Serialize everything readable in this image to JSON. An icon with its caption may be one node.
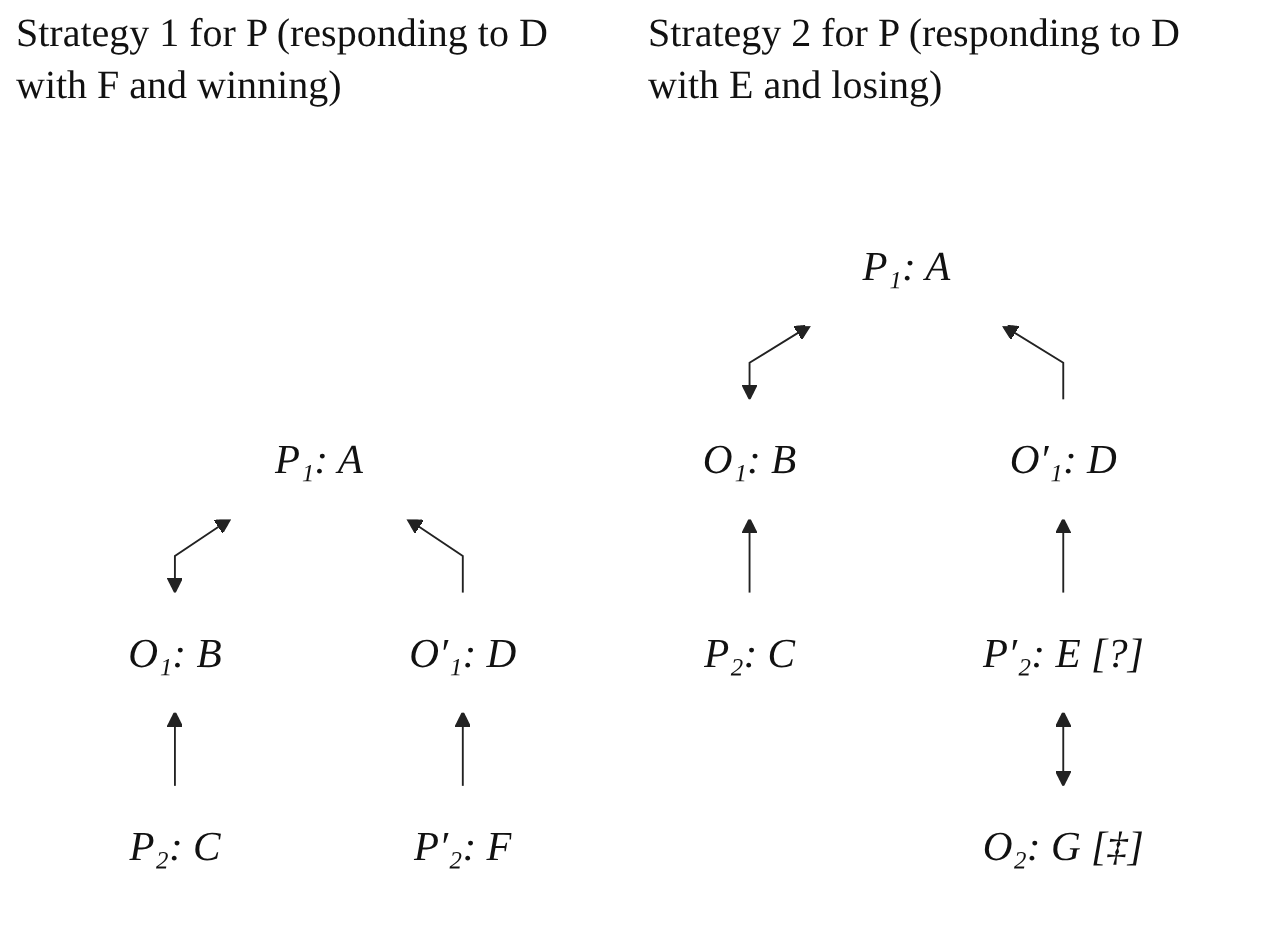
{
  "diagram": {
    "nodes": [
      {
        "text": [
          "P₁: A"
        ]
      },
      {
        "text": [
          "O₁: B"
        ]
      },
      {
        "text": [
          "O′₁: D"
        ]
      },
      {
        "text": [
          "P₂: C"
        ]
      },
      {
        "text": [
          "P′₂: F"
        ]
      },
      {
        "text": [
          "P₁: A"
        ]
      },
      {
        "text": [
          "O₁: B"
        ]
      },
      {
        "text": [
          "O′₁: D"
        ]
      },
      {
        "text": [
          "P₂: C"
        ]
      },
      {
        "text": [
          "P′₂: E [?]"
        ]
      },
      {
        "text": [
          "O₂: G [‡]"
        ]
      }
    ],
    "edges": [
      {
        "from": 0,
        "to": 1,
        "arrow": "both"
      },
      {
        "from": 2,
        "to": 0,
        "arrow": "to"
      },
      {
        "from": 3,
        "to": 1,
        "arrow": "to"
      },
      {
        "from": 4,
        "to": 2,
        "arrow": "to"
      },
      {
        "from": 5,
        "to": 6,
        "arrow": "both"
      },
      {
        "from": 7,
        "to": 5,
        "arrow": "to"
      },
      {
        "from": 8,
        "to": 6,
        "arrow": "to"
      },
      {
        "from": 9,
        "to": 7,
        "arrow": "to"
      },
      {
        "from": 9,
        "to": 10,
        "arrow": "both"
      }
    ],
    "labels": [
      "Strategy 1 for P (responding to D with F and winning)",
      "Strategy 2 for P (responding to D with E and losing)"
    ]
  }
}
